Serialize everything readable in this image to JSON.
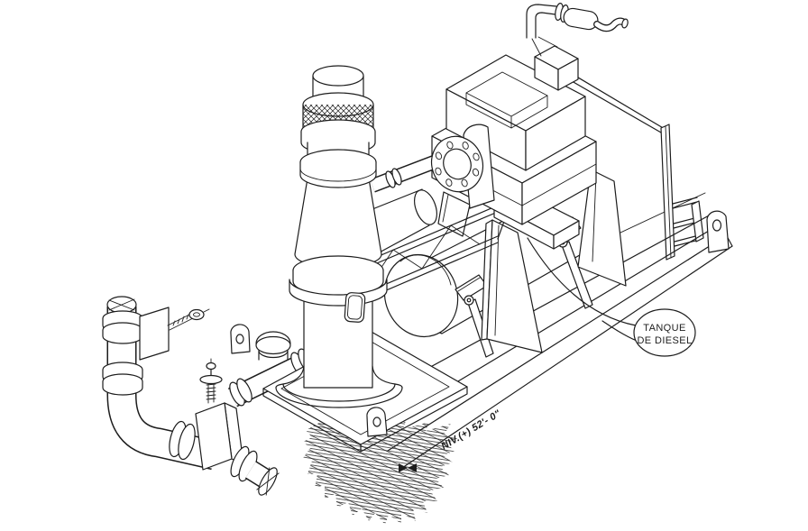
{
  "drawing": {
    "background": "#ffffff",
    "line_color": "#1d1d1d",
    "description": "Isometric CAD drawing of a diesel-engine-driven vertical turbine pump unit mounted on a skid base with fuel tank, suction piping and ground hatching"
  },
  "callout": {
    "line1": "TANQUE",
    "line2": "DE DIESEL"
  },
  "level_annotation": {
    "text": "NIV.(+) 52'- 0\""
  },
  "components": [
    "vertical-turbine-pump",
    "pump-column",
    "knurled-band",
    "pump-base-plate",
    "diesel-engine",
    "exhaust-muffler",
    "drive-shaft",
    "bolted-coupling-flange",
    "diesel-fuel-tank",
    "tank-hold-down-straps",
    "engine-stand-legs",
    "skid-base-frame",
    "lifting-lugs",
    "suction-piping",
    "pipe-elbow",
    "gate-valve",
    "air-release-valve",
    "ground-hatching",
    "level-marker"
  ]
}
